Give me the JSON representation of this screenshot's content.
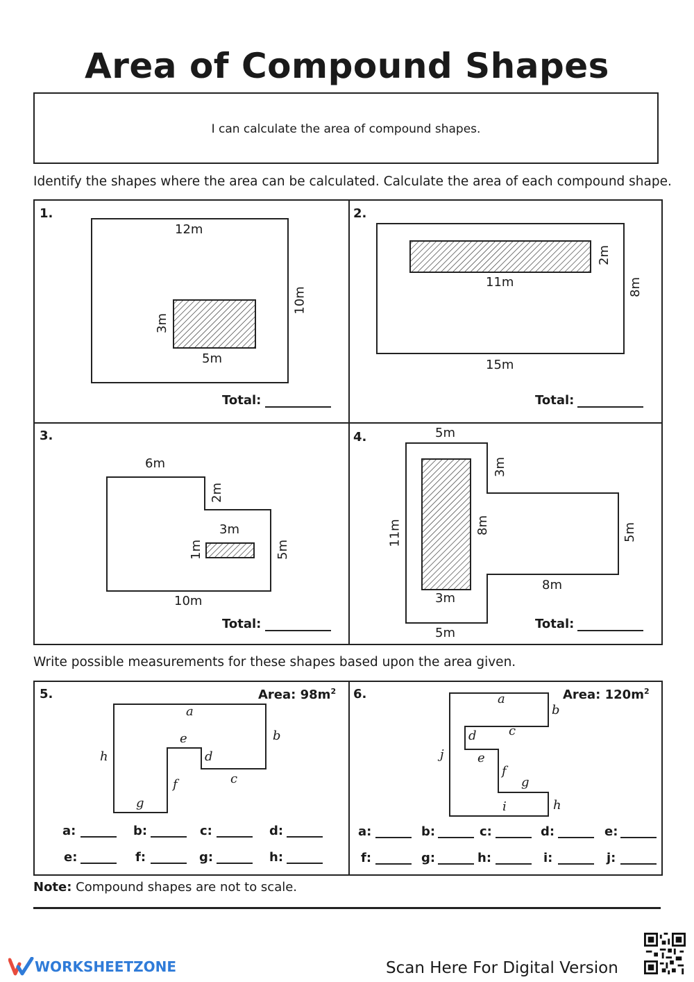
{
  "title": "Area of Compound Shapes",
  "objective": "I can calculate the area of compound shapes.",
  "instruction_1": "Identify the shapes where the area can be calculated. Calculate the area of each compound shape.",
  "instruction_2": "Write possible measurements for these shapes based upon the area given.",
  "total_label": "Total:",
  "problems": {
    "p1": {
      "number": "1.",
      "labels": {
        "top": "12m",
        "right": "10m",
        "inner_left": "3m",
        "inner_bottom": "5m"
      }
    },
    "p2": {
      "number": "2.",
      "labels": {
        "inner_bottom": "11m",
        "inner_right": "2m",
        "right": "8m",
        "bottom": "15m"
      }
    },
    "p3": {
      "number": "3.",
      "labels": {
        "top": "6m",
        "step": "2m",
        "inner_top": "3m",
        "inner_left": "1m",
        "right": "5m",
        "bottom": "10m"
      }
    },
    "p4": {
      "number": "4.",
      "labels": {
        "top": "5m",
        "notch": "3m",
        "left": "11m",
        "inner_right": "8m",
        "inner_bottom": "3m",
        "arm_bottom": "8m",
        "arm_right": "5m",
        "bottom": "5m"
      }
    },
    "p5": {
      "number": "5.",
      "area_prefix": "Area: 98m",
      "area_sup": "2",
      "letters": {
        "a": "a",
        "b": "b",
        "c": "c",
        "d": "d",
        "e": "e",
        "f": "f",
        "g": "g",
        "h": "h"
      },
      "answers_row1": [
        "a:",
        "b:",
        "c:",
        "d:"
      ],
      "answers_row2": [
        "e:",
        "f:",
        "g:",
        "h:"
      ]
    },
    "p6": {
      "number": "6.",
      "area_prefix": "Area: 120m",
      "area_sup": "2",
      "letters": {
        "a": "a",
        "b": "b",
        "c": "c",
        "d": "d",
        "e": "e",
        "f": "f",
        "g": "g",
        "h": "h",
        "i": "i",
        "j": "j"
      },
      "answers_row1": [
        "a:",
        "b:",
        "c:",
        "d:",
        "e:"
      ],
      "answers_row2": [
        "f:",
        "g:",
        "h:",
        "i:",
        "j:"
      ]
    }
  },
  "note_bold": "Note:",
  "note_text": " Compound shapes are not to scale.",
  "brand": "WORKSHEETZONE",
  "scan_text": "Scan Here For Digital Version"
}
